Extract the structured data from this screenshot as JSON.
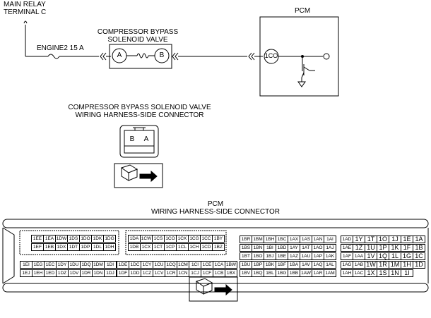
{
  "labels": {
    "main_relay": "MAIN RELAY",
    "terminal": "TERMINAL C",
    "pcm_top": "PCM",
    "fuse": "ENGINE2 15 A",
    "cbsv_line1": "COMPRESSOR BYPASS",
    "cbsv_line2": "SOLENOID VALVE",
    "term_a": "A",
    "term_b": "B",
    "term_1co": "1CO",
    "conn_title1": "COMPRESSOR BYPASS SOLENOID VALVE",
    "conn_title2": "WIRING HARNESS-SIDE CONNECTOR",
    "pcm_conn_title1": "PCM",
    "pcm_conn_title2": "WIRING HARNESS-SIDE CONNECTOR"
  },
  "small_connector": {
    "pins": [
      "B",
      "A"
    ]
  },
  "pcm_connector": {
    "block1": {
      "row1": [
        "1EE",
        "1EA",
        "1DW",
        "1DS",
        "1DO",
        "1DK",
        "1DG"
      ],
      "row2": [
        "1EF",
        "1EB",
        "1DX",
        "1DT",
        "1DP",
        "1DL",
        "1DH"
      ],
      "row3": [
        "1EI",
        "1EG",
        "1EC",
        "1DY",
        "1DU",
        "1DQ",
        "1DM",
        "1DI"
      ],
      "row4": [
        "1EJ",
        "1EH",
        "1ED",
        "1DZ",
        "1DV",
        "1DR",
        "1DN",
        "1DJ"
      ]
    },
    "block2": {
      "row1": [
        "1DA",
        "1CW",
        "1CS",
        "1CO",
        "1CK",
        "1CG",
        "1CC",
        "1BY"
      ],
      "row2": [
        "1DB",
        "1CX",
        "1CT",
        "1CP",
        "1CL",
        "1CH",
        "1CD",
        "1BZ"
      ],
      "row3": [
        "1DE",
        "1DC",
        "1CY",
        "1CU",
        "1CQ",
        "1CM",
        "1CI",
        "1CE",
        "1CA",
        "1BW"
      ],
      "row4": [
        "1DF",
        "1DD",
        "1CZ",
        "1CV",
        "1CR",
        "1CN",
        "1CJ",
        "1CF",
        "1CB",
        "1BX"
      ]
    },
    "block3": {
      "row1": [
        "1BR",
        "1BM",
        "1BH",
        "1BC",
        "1AX",
        "1AS",
        "1AN",
        "1AI"
      ],
      "row2": [
        "1BS",
        "1BN",
        "1BI",
        "1BD",
        "1AY",
        "1AT",
        "1AO",
        "1AJ"
      ],
      "row3": [
        "1BT",
        "1BO",
        "1BJ",
        "1BE",
        "1AZ",
        "1AU",
        "1AP",
        "1AK"
      ],
      "row4": [
        "1BU",
        "1BP",
        "1BK",
        "1BF",
        "1BA",
        "1AV",
        "1AQ",
        "1AL"
      ],
      "row5": [
        "1BV",
        "1BQ",
        "1BL",
        "1BG",
        "1BB",
        "1AW",
        "1AR",
        "1AM"
      ]
    },
    "block4": {
      "row1": [
        "1AD",
        "1Y",
        "1T",
        "1O",
        "1J",
        "1E",
        "1A"
      ],
      "row2": [
        "1AE",
        "1Z",
        "1U",
        "1P",
        "1K",
        "1F",
        "1B"
      ],
      "row3": [
        "1AF",
        "1AA",
        "1V",
        "1Q",
        "1L",
        "1G",
        "1C"
      ],
      "row4": [
        "1AG",
        "1AB",
        "1W",
        "1R",
        "1M",
        "1H",
        "1D"
      ],
      "row5": [
        "1AH",
        "1AC",
        "1X",
        "1S",
        "1N",
        "1I",
        ""
      ]
    }
  }
}
